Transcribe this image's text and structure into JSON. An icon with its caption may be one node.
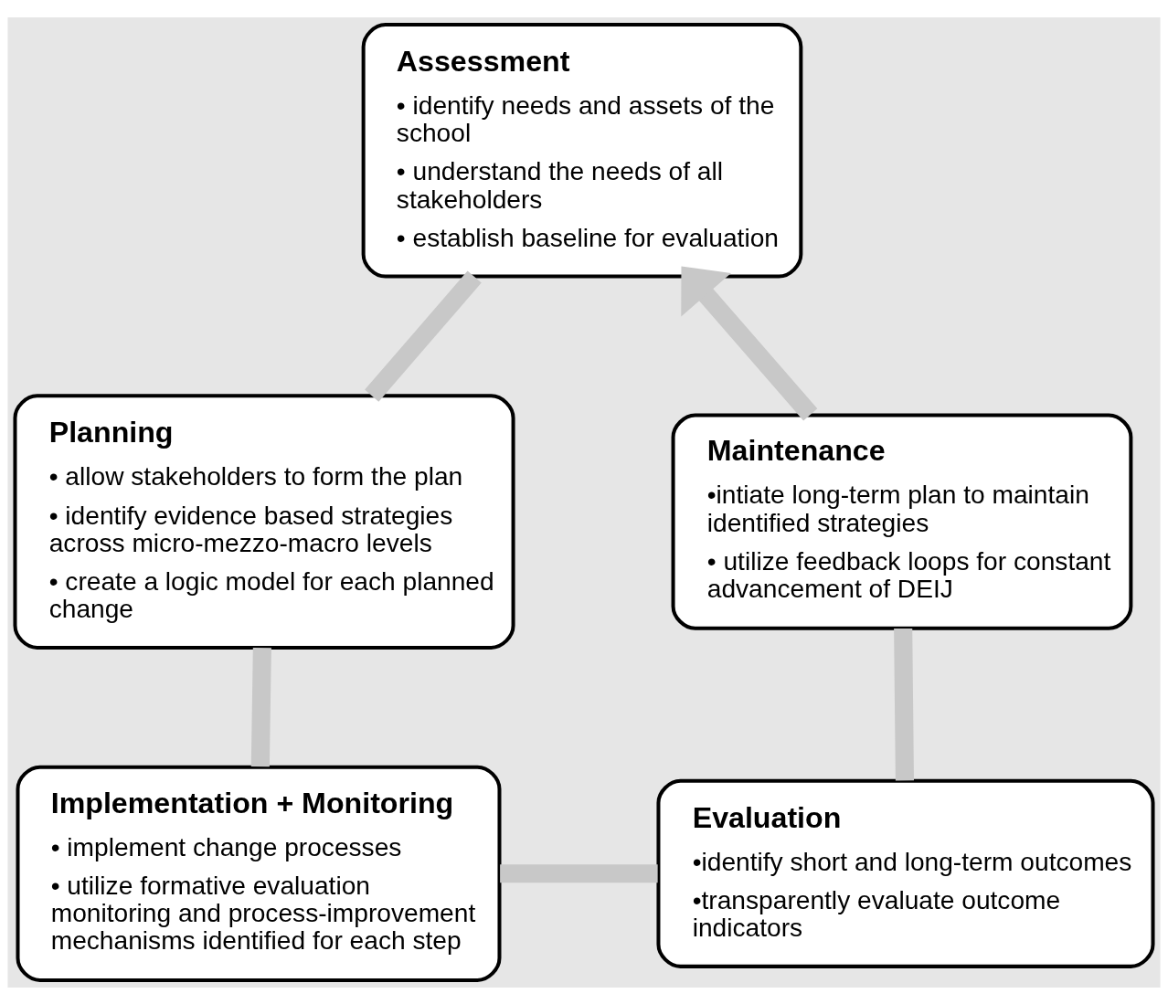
{
  "diagram": {
    "nodes": [
      {
        "text": [
          "Assessment",
          "• identify needs and assets of the school",
          "• understand the needs of all stakeholders",
          "• establish baseline for evaluation"
        ]
      },
      {
        "text": [
          "Planning",
          "• allow stakeholders to form the plan",
          "• identify evidence based strategies across micro-mezzo-macro levels",
          "• create a logic model for each planned change"
        ]
      },
      {
        "text": [
          "Implementation + Monitoring",
          "• implement change processes",
          "• utilize formative evaluation monitoring and process-improvement mechanisms identified for each step"
        ]
      },
      {
        "text": [
          "Evaluation",
          "•identify short and long-term outcomes",
          "•transparently evaluate outcome indicators"
        ]
      },
      {
        "text": [
          "Maintenance",
          "•intiate long-term plan to maintain identified strategies",
          "• utilize feedback loops for constant advancement of DEIJ"
        ]
      }
    ],
    "edges": [
      {
        "from": 0,
        "to": 1,
        "arrow": "none"
      },
      {
        "from": 1,
        "to": 2,
        "arrow": "none"
      },
      {
        "from": 2,
        "to": 3,
        "arrow": "none"
      },
      {
        "from": 3,
        "to": 4,
        "arrow": "none"
      },
      {
        "from": 4,
        "to": 0,
        "arrow": "to"
      }
    ]
  }
}
